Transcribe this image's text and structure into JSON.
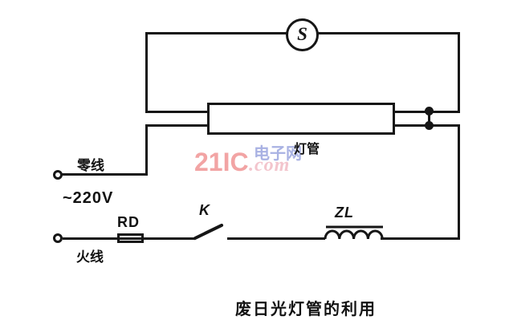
{
  "diagram": {
    "caption": "废日光灯管的利用",
    "starter_label": "S",
    "lamp_label": "灯管",
    "neutral_label": "零线",
    "voltage_label": "~220V",
    "fuse_label": "RD",
    "switch_label": "K",
    "live_label": "火线",
    "ballast_label": "ZL",
    "colors": {
      "line": "#161616",
      "background": "#ffffff"
    }
  },
  "watermark": {
    "brand": "21IC",
    "site": "电子网",
    "domain": ".com",
    "brand_color": "#f2a4a4",
    "site_color": "#a9b2e3",
    "domain_color": "#f3c5cd"
  }
}
